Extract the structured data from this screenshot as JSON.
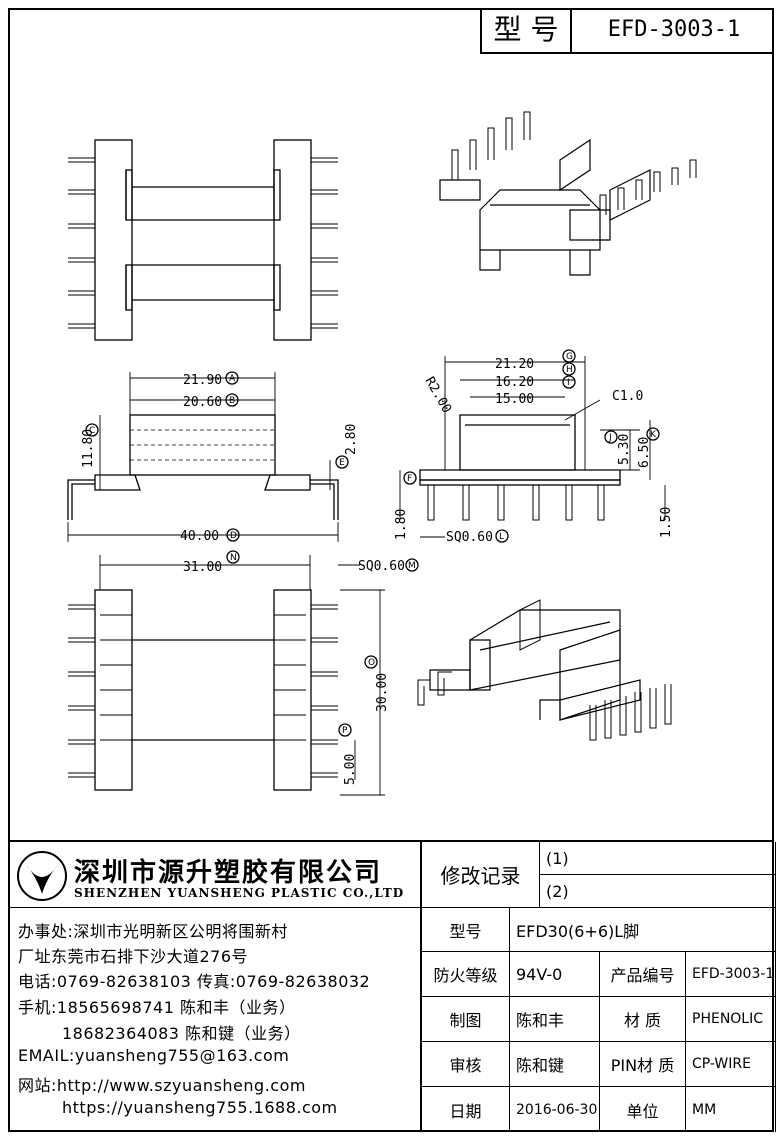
{
  "header": {
    "model_label": "型 号",
    "model_value": "EFD-3003-1"
  },
  "dimensions": {
    "top_a": "21.90",
    "top_b": "20.60",
    "c": "11.80",
    "e": "2.80",
    "d": "40.00",
    "g": "21.20",
    "h": "16.20",
    "i": "15.00",
    "r": "R2.00",
    "c1": "C1.0",
    "j": "5.30",
    "k": "6.50",
    "f": "1.80",
    "l": "SQ0.60",
    "side_right": "1.50",
    "n": "31.00",
    "m": "SQ0.60",
    "o": "30.00",
    "p": "5.00"
  },
  "circle_labels": {
    "a": "A",
    "b": "B",
    "c": "C",
    "d": "D",
    "e": "E",
    "f": "F",
    "g": "G",
    "h": "H",
    "i": "I",
    "j": "J",
    "k": "K",
    "l": "L",
    "m": "M",
    "n": "N",
    "o": "O",
    "p": "P"
  },
  "company": {
    "name_cn": "深圳市源升塑胶有限公司",
    "name_en": "SHENZHEN YUANSHENG PLASTIC CO.,LTD",
    "office": "办事处:深圳市光明新区公明将围新村",
    "factory": "厂址东莞市石排下沙大道276号",
    "phone": "电话:0769-82638103 传真:0769-82638032",
    "mobile1": "手机:18565698741 陈和丰（业务）",
    "mobile2": "18682364083 陈和键（业务）",
    "email": "EMAIL:yuansheng755@163.com",
    "website": "网站:http://www.szyuansheng.com",
    "website2": "https://yuansheng755.1688.com"
  },
  "title_block": {
    "revision_label": "修改记录",
    "rev1": "(1)",
    "rev2": "(2)",
    "model_label": "型号",
    "model_value": "EFD30(6+6)L脚",
    "fire_label": "防火等级",
    "fire_value": "94V-0",
    "product_no_label": "产品编号",
    "product_no_value": "EFD-3003-1",
    "drawn_label": "制图",
    "drawn_value": "陈和丰",
    "material_label": "材 质",
    "material_value": "PHENOLIC",
    "check_label": "审核",
    "check_value": "陈和键",
    "pin_label": "PIN材 质",
    "pin_value": "CP-WIRE",
    "date_label": "日期",
    "date_value": "2016-06-30",
    "unit_label": "单位",
    "unit_value": "MM"
  }
}
